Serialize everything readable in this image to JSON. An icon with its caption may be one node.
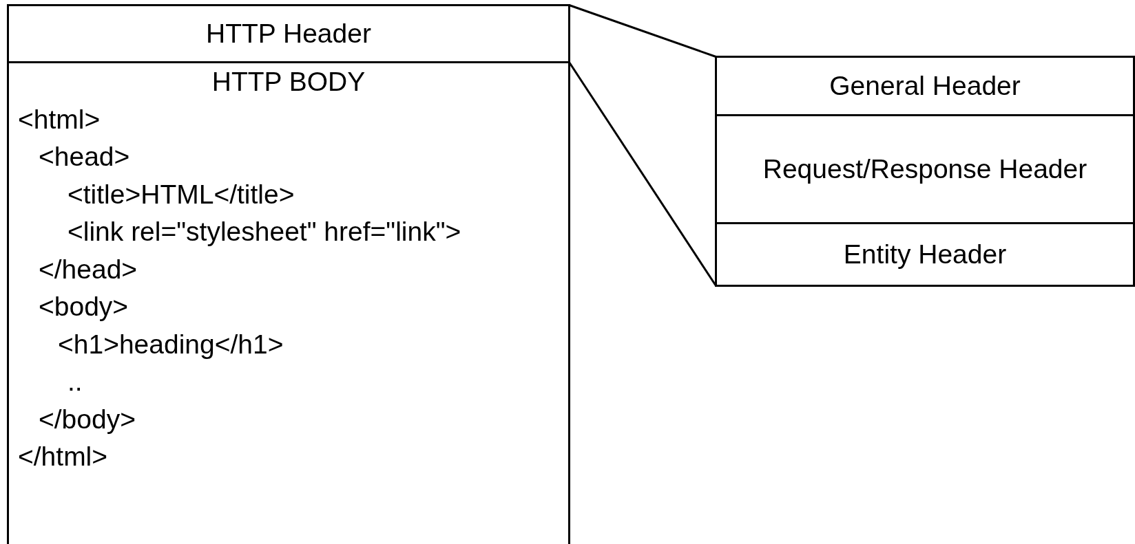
{
  "diagram": {
    "nodes": [
      {
        "text": [
          "HTTP Header"
        ]
      },
      {
        "text": [
          "HTTP BODY",
          "<html>",
          "<head>",
          "<title>HTML</title>",
          "<link rel=\"stylesheet\" href=\"link\">",
          "</head>",
          "<body>",
          "<h1>heading</h1>",
          "..",
          "</body>",
          "</html>"
        ]
      },
      {
        "text": [
          "General Header"
        ]
      },
      {
        "text": [
          "Request/Response Header"
        ]
      },
      {
        "text": [
          "Entity Header"
        ]
      }
    ],
    "edges": [
      {
        "from": 0,
        "to": 2,
        "arrow": "none"
      },
      {
        "from": 0,
        "to": 4,
        "arrow": "none"
      }
    ]
  }
}
